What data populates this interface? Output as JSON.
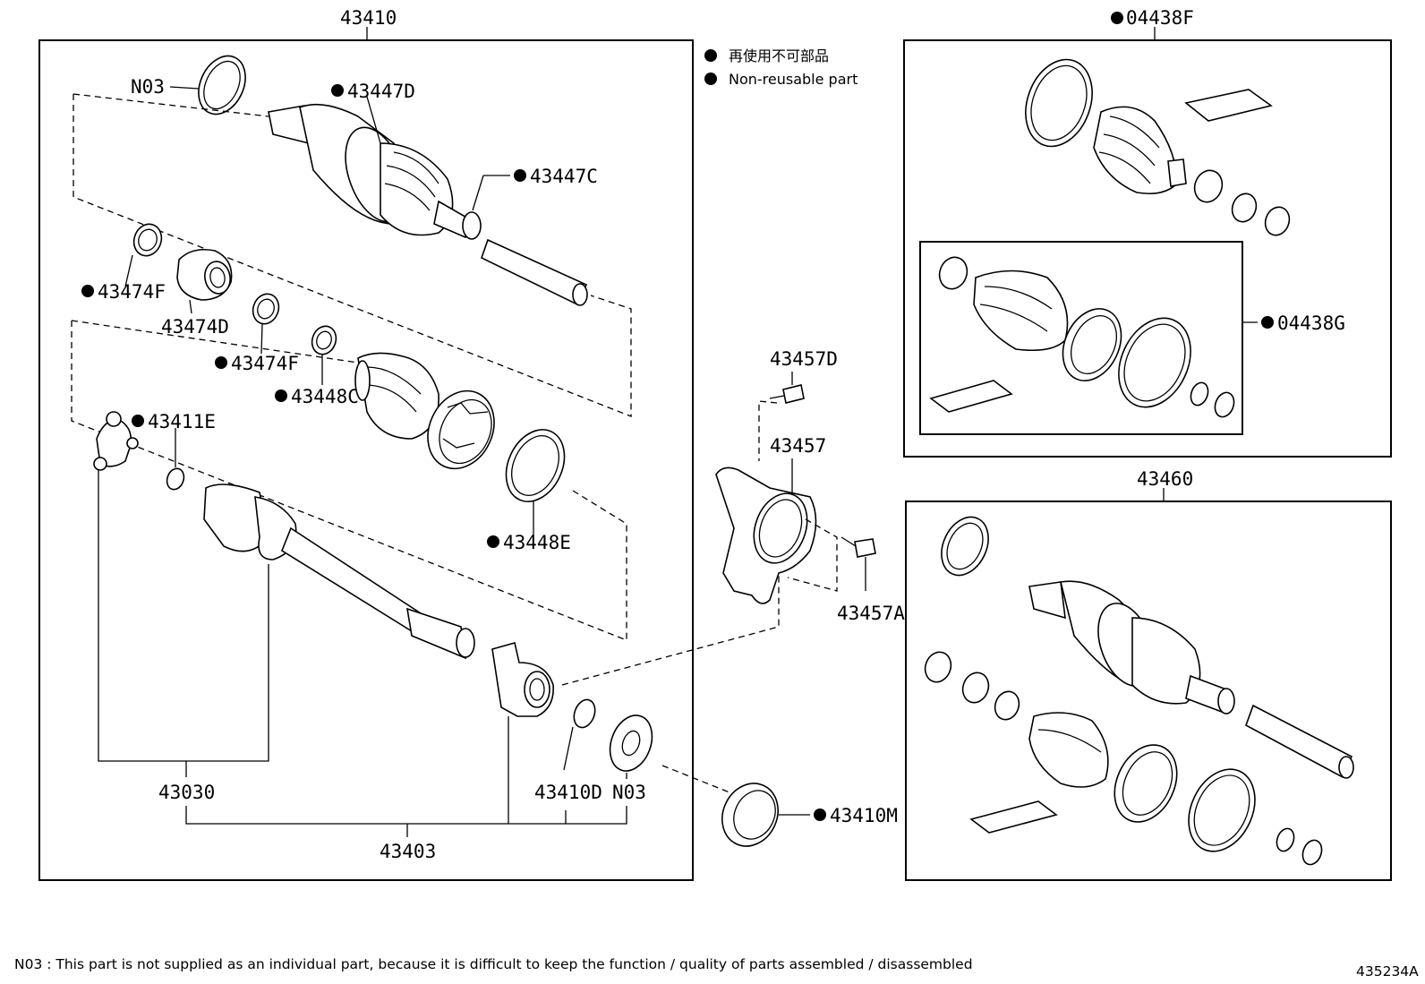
{
  "legend": {
    "line_jp": "再使用不可部品",
    "line_en": "Non-reusable part"
  },
  "labels": {
    "l_43410": "43410",
    "l_N03_top": "N03",
    "l_43447D": "43447D",
    "l_43447C": "43447C",
    "l_43474F_a": "43474F",
    "l_43474D": "43474D",
    "l_43474F_b": "43474F",
    "l_43448C": "43448C",
    "l_43411E": "43411E",
    "l_43448E": "43448E",
    "l_43030": "43030",
    "l_43410D": "43410D",
    "l_N03_bot": "N03",
    "l_43403": "43403",
    "l_43457D": "43457D",
    "l_43457": "43457",
    "l_43457A": "43457A",
    "l_43410M": "43410M",
    "l_04438F": "04438F",
    "l_04438G": "04438G",
    "l_43460": "43460"
  },
  "footnote": "N03 : This part is not supplied as an individual part, because it is difficult to keep the function / quality of parts  assembled / disassembled",
  "figure_id": "435234A"
}
